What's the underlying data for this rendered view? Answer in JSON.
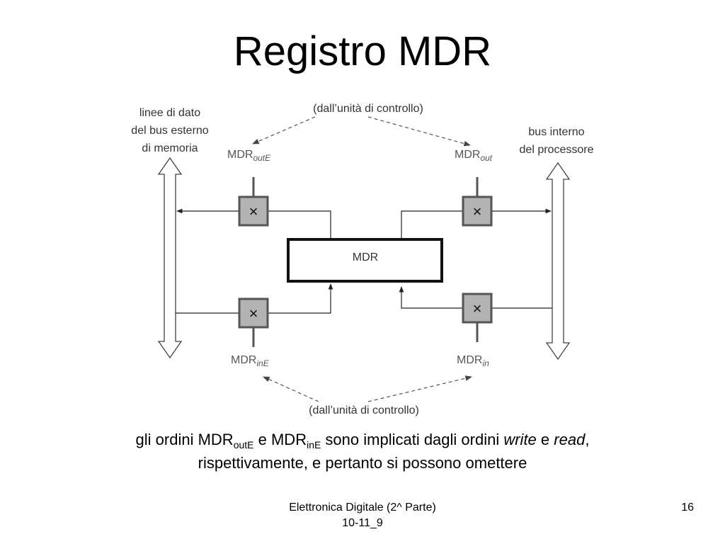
{
  "title": "Registro MDR",
  "diagram": {
    "top_control_label": "(dall’unità di controllo)",
    "bottom_control_label": "(dall’unità di controllo)",
    "left_bus_label": [
      "linee di dato",
      "del bus esterno",
      "di memoria"
    ],
    "right_bus_label": [
      "bus interno",
      "del processore"
    ],
    "register_label": "MDR",
    "switch_symbol": "×",
    "signals": {
      "out_e": {
        "base": "MDR",
        "sub": "outE"
      },
      "out": {
        "base": "MDR",
        "sub": "out"
      },
      "in_e": {
        "base": "MDR",
        "sub": "inE"
      },
      "in": {
        "base": "MDR",
        "sub": "in"
      }
    }
  },
  "caption": {
    "part1": "gli ordini MDR",
    "sub1": "outE",
    "part2": " e MDR",
    "sub2": "inE",
    "part3": " sono implicati dagli ordini ",
    "em1": "write",
    "part4": " e ",
    "em2": "read",
    "part5": ",",
    "line2": "rispettivamente, e pertanto si possono omettere"
  },
  "footer": {
    "course": "Elettronica Digitale (2^ Parte)",
    "code": "10-11_9",
    "page": "16"
  }
}
